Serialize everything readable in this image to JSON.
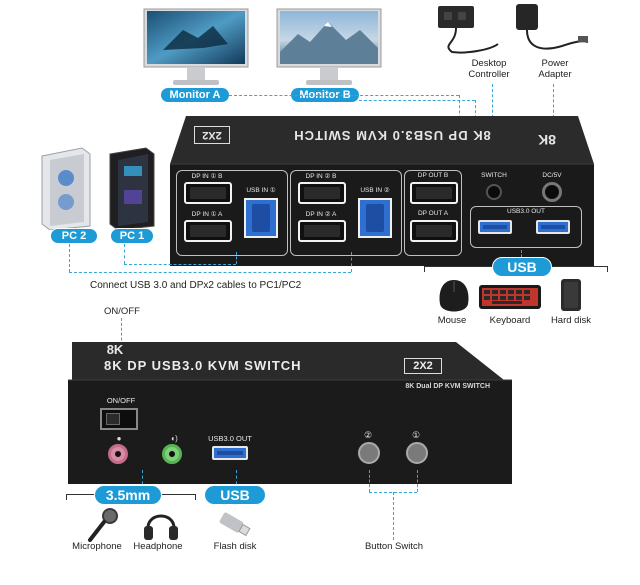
{
  "monitors": {
    "a": "Monitor A",
    "b": "Monitor B"
  },
  "pcs": {
    "pc2": "PC 2",
    "pc1": "PC 1"
  },
  "top_device": {
    "title": "8K DP USB3.0 KVM SWITCH",
    "badge": "2X2",
    "logo": "8K",
    "ports": {
      "dp_in_1_b": "DP IN ① B",
      "dp_in_1_a": "DP IN ① A",
      "usb_in_1": "USB IN ①",
      "dp_in_2_b": "DP IN ② B",
      "dp_in_2_a": "DP IN ② A",
      "usb_in_2": "USB IN ②",
      "dp_out_b": "DP OUT B",
      "dp_out_a": "DP OUT A",
      "switch": "SWITCH",
      "dc5v": "DC/5V",
      "usb3_out": "USB3.0 OUT"
    }
  },
  "accessories": {
    "desktop_controller": "Desktop Controller",
    "power_adapter": "Power Adapter"
  },
  "connect_note": "Connect USB 3.0 and DPx2 cables to PC1/PC2",
  "usb_group": {
    "label": "USB",
    "items": [
      "Mouse",
      "Keyboard",
      "Hard disk"
    ]
  },
  "on_off_caption": "ON/OFF",
  "front_device": {
    "logo": "8K",
    "title": "8K DP USB3.0 KVM SWITCH",
    "badge": "2X2",
    "subtitle": "8K Dual DP KVM SWITCH",
    "on_off": "ON/OFF",
    "usb3_out": "USB3.0 OUT",
    "btn2": "②",
    "btn1": "①"
  },
  "audio_group": {
    "label": "3.5mm",
    "items": [
      "Microphone",
      "Headphone"
    ]
  },
  "flash_group": {
    "label": "USB",
    "item": "Flash disk"
  },
  "button_switch": "Button Switch",
  "colors": {
    "accent": "#1e9bd7",
    "device": "#1c1c1c"
  }
}
